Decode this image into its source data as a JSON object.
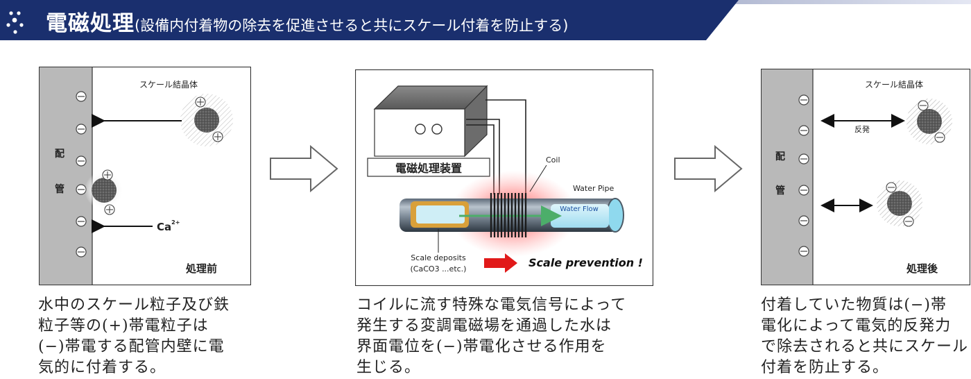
{
  "header": {
    "title": "電磁処理",
    "subtitle": "(設備内付着物の除去を促進させると共にスケール付着を防止する)"
  },
  "panel_left": {
    "pipe_label_1": "配",
    "pipe_label_2": "管",
    "crystal_label": "スケール結晶体",
    "ion_label": "Ca",
    "ion_superscript": "2+",
    "stage_label": "処理前",
    "caption": [
      "水中のスケール粒子及び鉄",
      "粒子等の(+)帯電粒子は",
      "(−)帯電する配管内壁に電",
      "気的に付着する。"
    ]
  },
  "panel_center": {
    "device_label": "電磁処理装置",
    "coil_label": "Coil",
    "pipe_label": "Water Pipe",
    "flow_label": "Water Flow",
    "deposits_label_1": "Scale deposits",
    "deposits_label_2": "(CaCO3 ...etc.)",
    "prevention_label": "Scale prevention !",
    "caption": [
      "コイルに流す特殊な電気信号によって",
      "発生する変調電磁場を通過した水は",
      "界面電位を(−)帯電化させる作用を",
      "生じる。"
    ]
  },
  "panel_right": {
    "pipe_label_1": "配",
    "pipe_label_2": "管",
    "crystal_label": "スケール結晶体",
    "repel_label": "反発",
    "stage_label": "処理後",
    "caption": [
      "付着していた物質は(−)帯",
      "電化によって電気的反発力",
      "で除去されると共にスケール",
      "付着を防止する。"
    ]
  },
  "colors": {
    "header_navy": "#1a2f6e",
    "header_gradient_end": "#c8cde6",
    "pipe_wall": "#b9b9b9",
    "glow_red": "#ff3b3b",
    "arrow_red": "#e11919",
    "flow_green": "#4cae6a",
    "deposit_orange": "#d9a03a"
  }
}
